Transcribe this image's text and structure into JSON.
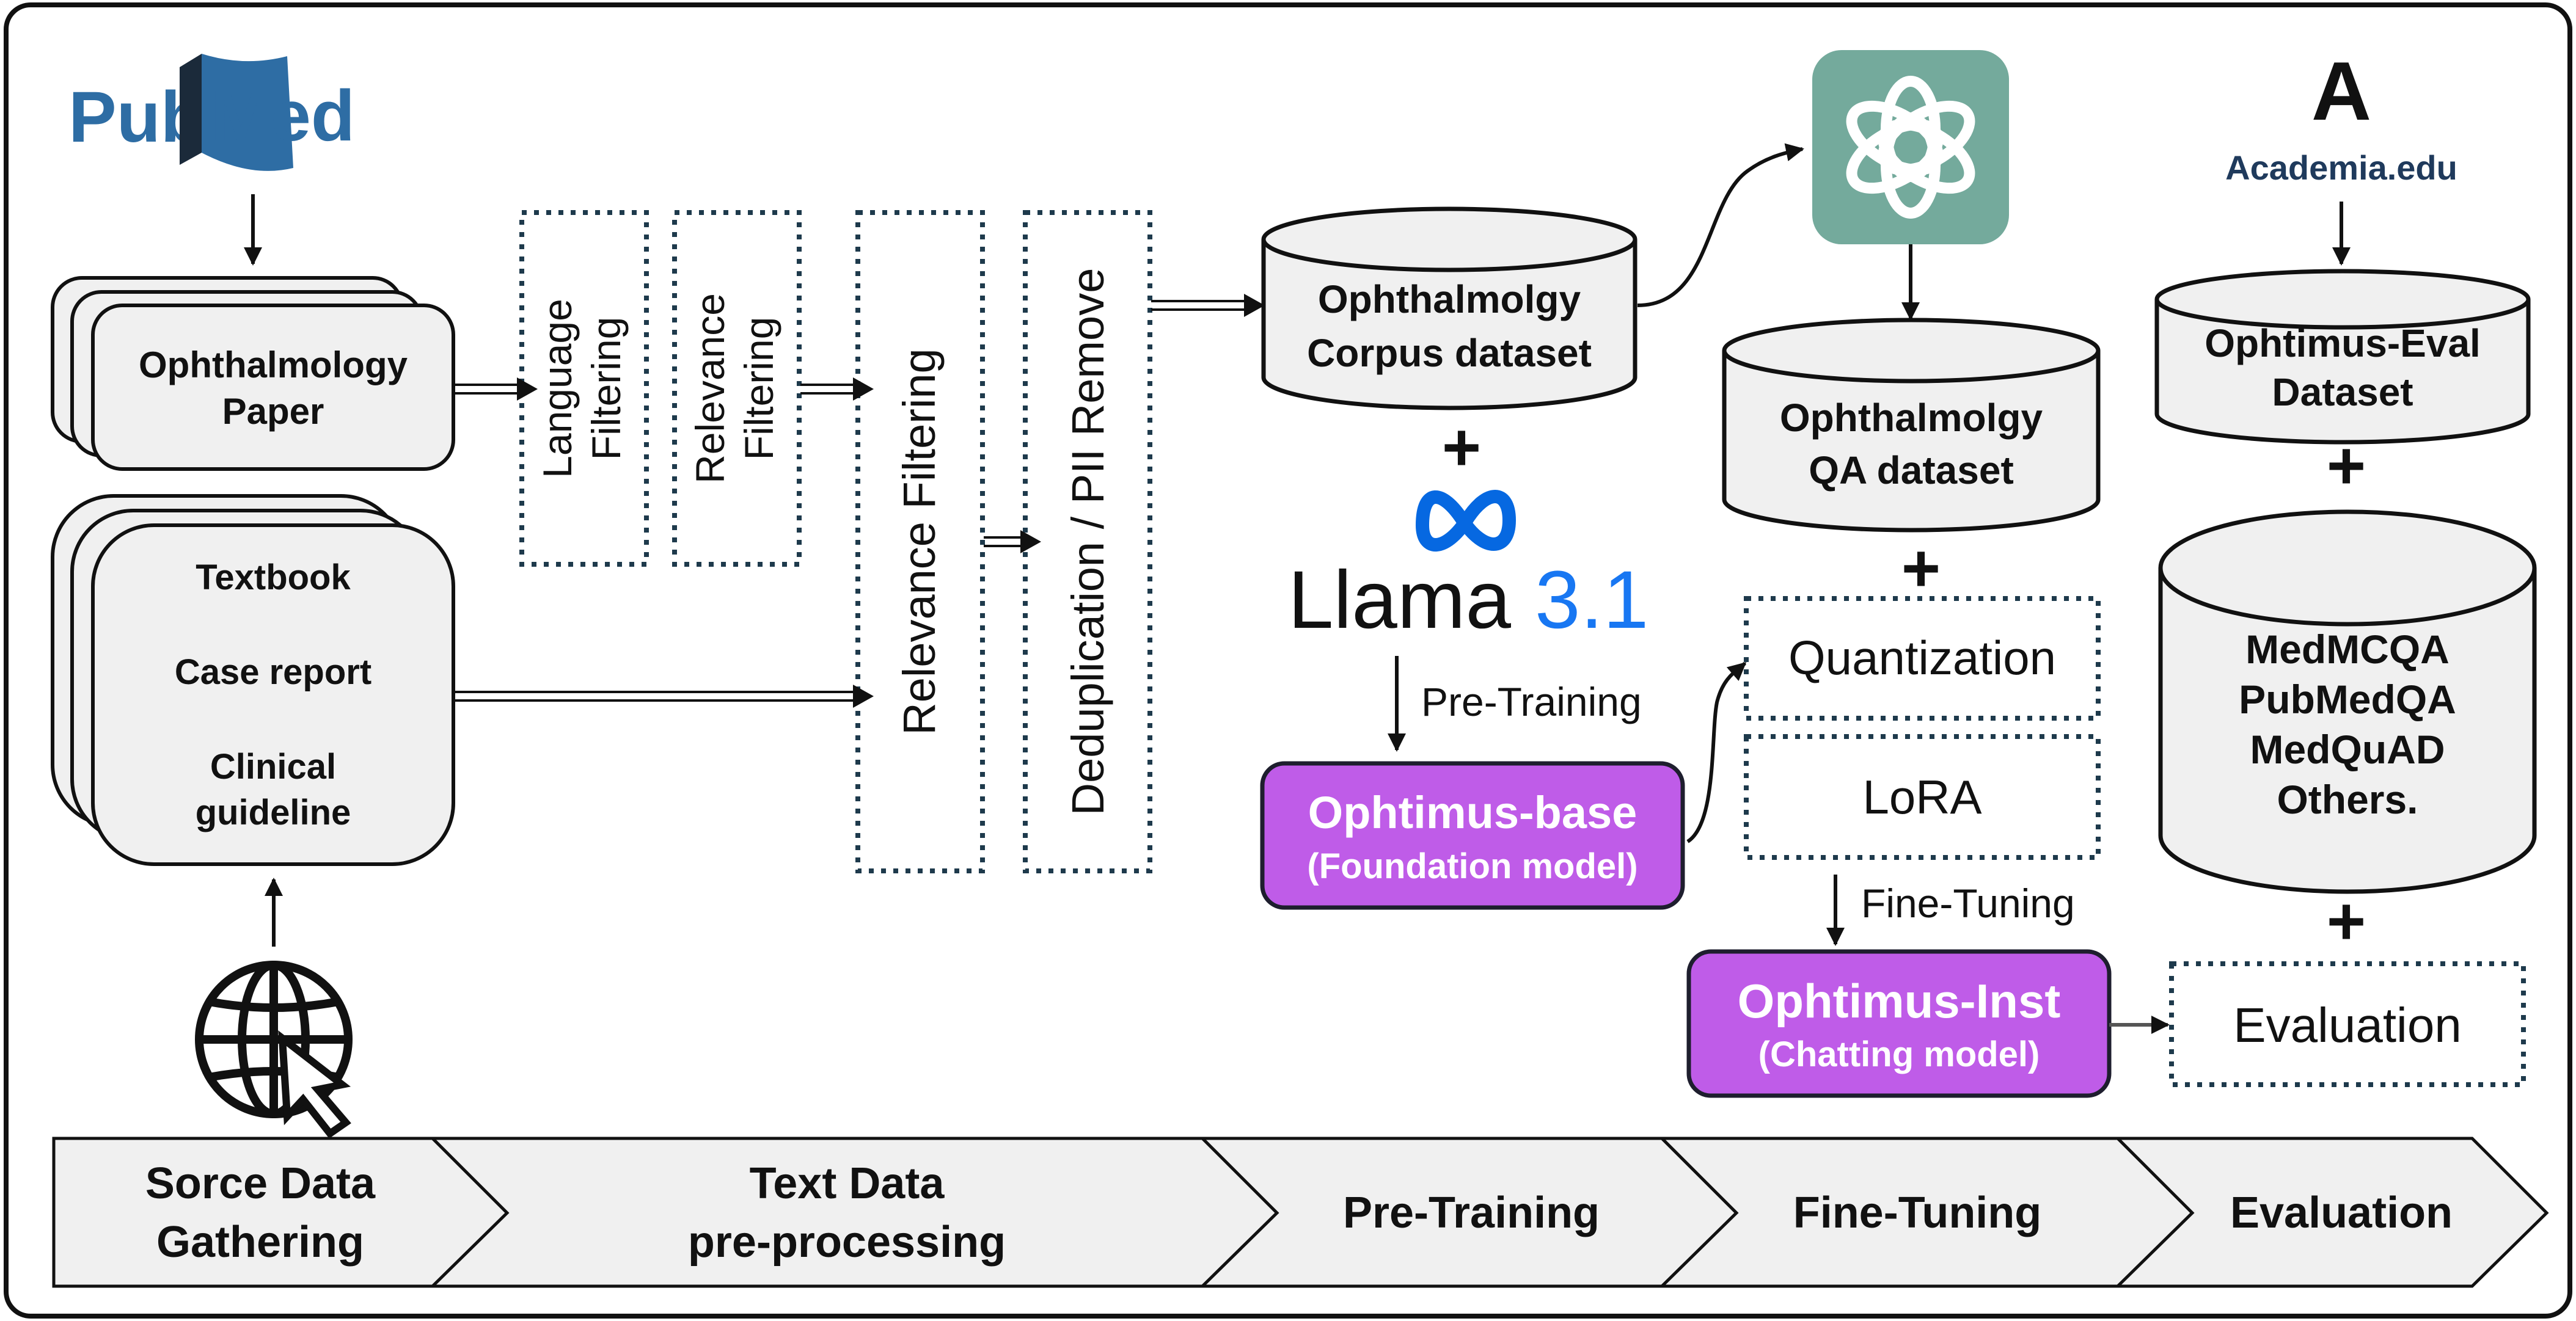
{
  "sources": {
    "pubmed": {
      "pub": "Pub",
      "med": "Med"
    },
    "paper": {
      "line1": "Ophthalmology",
      "line2": "Paper"
    },
    "other_docs": {
      "line1": "Textbook",
      "line2": "Case report",
      "line3": "Clinical",
      "line4": "guideline"
    }
  },
  "preprocessing": {
    "language_filter": {
      "line1": "Language",
      "line2": "Filtering"
    },
    "relevance_filter_small": {
      "line1": "Relevance",
      "line2": "Filtering"
    },
    "relevance_filter_large": "Relevance Filtering",
    "dedup": "Deduplication / PII Remove"
  },
  "pretraining": {
    "corpus": {
      "line1": "Ophthalmolgy",
      "line2": "Corpus dataset"
    },
    "plus": "+",
    "llama": {
      "name": "Llama",
      "version": "3.1"
    },
    "step_label": "Pre-Training",
    "base_model": {
      "line1": "Ophtimus-base",
      "line2": "(Foundation model)"
    }
  },
  "finetuning": {
    "qa_dataset": {
      "line1": "Ophthalmolgy",
      "line2": "QA dataset"
    },
    "plus": "+",
    "quantization": "Quantization",
    "lora": "LoRA",
    "step_label": "Fine-Tuning",
    "inst_model": {
      "line1": "Ophtimus-Inst",
      "line2": "(Chatting model)"
    }
  },
  "evaluation": {
    "academia": {
      "logo": "A",
      "name": "Academia.edu"
    },
    "eval_dataset": {
      "line1": "Ophtimus-Eval",
      "line2": "Dataset"
    },
    "plus1": "+",
    "benchmarks": [
      "MedMCQA",
      "PubMedQA",
      "MedQuAD",
      "Others."
    ],
    "plus2": "+",
    "evaluation_box": "Evaluation"
  },
  "stages": [
    {
      "line1": "Sorce Data",
      "line2": "Gathering"
    },
    {
      "line1": "Text Data",
      "line2": "pre-processing"
    },
    {
      "line1": "Pre-Training",
      "line2": ""
    },
    {
      "line1": "Fine-Tuning",
      "line2": ""
    },
    {
      "line1": "Evaluation",
      "line2": ""
    }
  ],
  "colors": {
    "pubmed_blue": "#2e6da4",
    "model_purple": "#bf5ce8",
    "openai_green": "#74aa9c",
    "box_fill": "#f0f0f0",
    "dotted_border": "#1e3a4c",
    "meta_blue": "#0668e1",
    "llama_accent": "#1877f2"
  },
  "icons": [
    "pubmed-logo",
    "openai-logo",
    "meta-logo",
    "academia-logo",
    "globe-cursor-icon"
  ]
}
